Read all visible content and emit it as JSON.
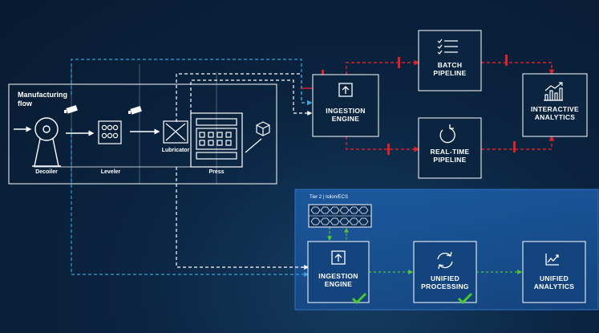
{
  "manufacturing": {
    "title": "Manufacturing flow",
    "stations": [
      "Decoiler",
      "Leveler",
      "Lubricator",
      "Press"
    ]
  },
  "legacy_flow": {
    "ingestion_engine": "INGESTION ENGINE",
    "batch_pipeline": "BATCH PIPELINE",
    "realtime_pipeline": "REAL-TIME PIPELINE",
    "interactive_analytics": "INTERACTIVE ANALYTICS"
  },
  "unified_flow": {
    "tier_label": "Tier 2 | Isilon/ECS",
    "ingestion_engine": "INGESTION ENGINE",
    "unified_processing": "UNIFIED PROCESSING",
    "unified_analytics": "UNIFIED ANALYTICS"
  },
  "colors": {
    "background": "#0b2440",
    "panel_highlight": "#1a5aa8",
    "line_white": "#ffffff",
    "line_blue": "#3aa0e0",
    "bottleneck_red": "#e0202a",
    "check_green": "#4cc832"
  },
  "icons": {
    "camera": "camera-icon",
    "ingest": "upload-arrow-icon",
    "batch": "checklist-icon",
    "realtime": "clock-icon",
    "interactive": "bar-chart-icon",
    "processing": "sync-arrows-icon",
    "analytics": "line-chart-icon",
    "cube": "cube-icon",
    "check": "check-icon"
  }
}
